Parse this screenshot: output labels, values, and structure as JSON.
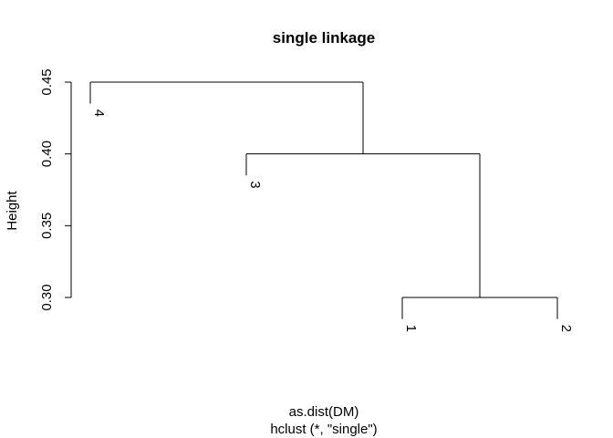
{
  "chart_data": {
    "type": "dendrogram",
    "title": "single linkage",
    "xlabel": "as.dist(DM)",
    "sub": "hclust (*, \"single\")",
    "ylabel": "Height",
    "ylim": [
      0.3,
      0.45
    ],
    "yticks": [
      {
        "value": 0.3,
        "label": "0.30"
      },
      {
        "value": 0.35,
        "label": "0.35"
      },
      {
        "value": 0.4,
        "label": "0.40"
      },
      {
        "value": 0.45,
        "label": "0.45"
      }
    ],
    "leaves": [
      "4",
      "3",
      "1",
      "2"
    ],
    "merges": [
      {
        "left": "1",
        "right": "2",
        "height": 0.3
      },
      {
        "left": "3",
        "right": "1,2",
        "height": 0.4
      },
      {
        "left": "4",
        "right": "3,1,2",
        "height": 0.45
      }
    ]
  }
}
